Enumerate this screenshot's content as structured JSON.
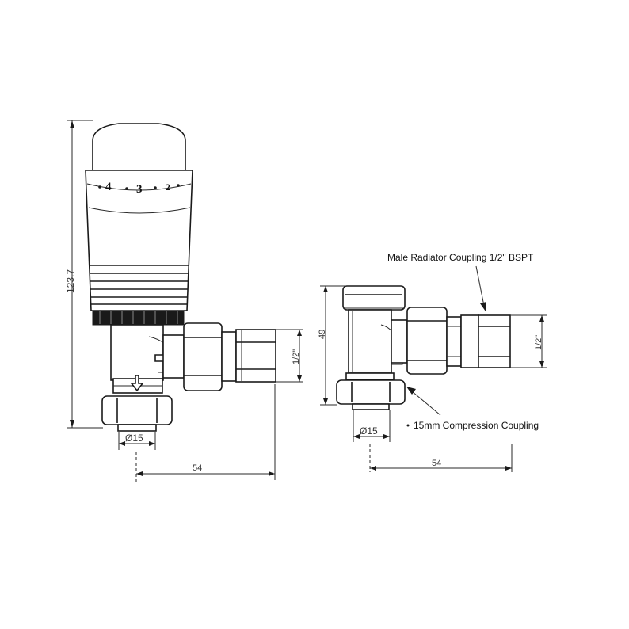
{
  "left_view": {
    "dial_numbers": [
      "4",
      "3",
      "2"
    ],
    "height_dim": "123.7",
    "thread_dim": "1/2\"",
    "diameter_dim": "Ø15",
    "width_dim": "54"
  },
  "right_view": {
    "height_dim": "49",
    "thread_dim": "1/2\"",
    "diameter_dim": "Ø15",
    "width_dim": "54",
    "label_male_coupling": "Male Radiator Coupling 1/2\" BSPT",
    "label_compression": "15mm Compression Coupling"
  }
}
